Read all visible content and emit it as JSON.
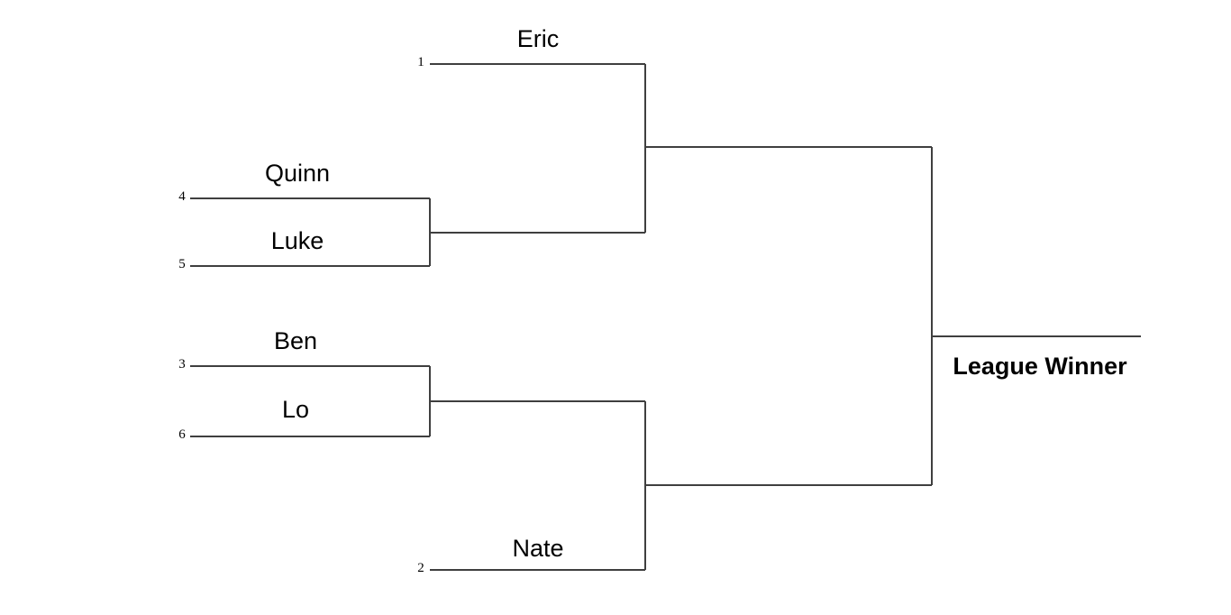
{
  "diagram": {
    "type": "single-elimination-tournament-bracket",
    "title": "League Winner",
    "line_color": "#3f3f3f",
    "background_color": "#ffffff",
    "text_color": "#000000"
  },
  "rounds": {
    "quarterfinals": {
      "matches": [
        {
          "id": "qf-upper",
          "top": {
            "seed": "4",
            "name": "Quinn"
          },
          "bottom": {
            "seed": "5",
            "name": "Luke"
          }
        },
        {
          "id": "qf-lower",
          "top": {
            "seed": "3",
            "name": "Ben"
          },
          "bottom": {
            "seed": "6",
            "name": "Lo"
          }
        }
      ]
    },
    "semifinals": {
      "matches": [
        {
          "id": "sf-upper",
          "top": {
            "seed": "1",
            "name": "Eric"
          },
          "bottom": {
            "seed": "",
            "name": ""
          }
        },
        {
          "id": "sf-lower",
          "top": {
            "seed": "",
            "name": ""
          },
          "bottom": {
            "seed": "2",
            "name": "Nate"
          }
        }
      ]
    },
    "final": {
      "winner_label": "League Winner"
    }
  },
  "seeds": {
    "one": "1",
    "two": "2",
    "three": "3",
    "four": "4",
    "five": "5",
    "six": "6"
  },
  "players": {
    "eric": "Eric",
    "quinn": "Quinn",
    "luke": "Luke",
    "ben": "Ben",
    "lo": "Lo",
    "nate": "Nate"
  },
  "champion": {
    "label": "League Winner"
  }
}
